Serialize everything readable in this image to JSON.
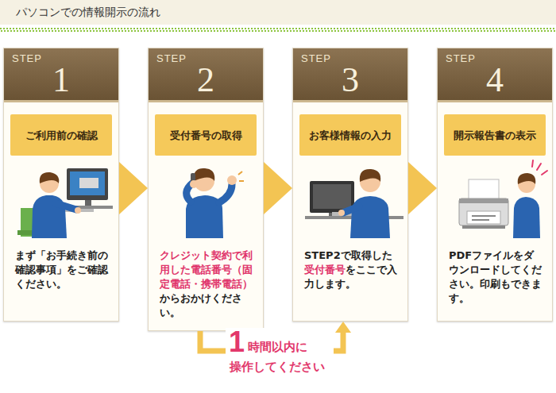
{
  "diagram": {
    "title": "パソコンでの情報開示の流れ",
    "nodes": [
      {
        "text": [
          "STEP",
          "1",
          "まず「お手続き前の確認事項」をご確認ください。"
        ]
      },
      {
        "text": [
          "ご利用前の確認"
        ],
        "in": 0
      },
      {
        "text": [
          "STEP",
          "2",
          "クレジット契約で利用した電話番号（固定電話・携帯電話）",
          "からおかけください。"
        ]
      },
      {
        "text": [
          "受付番号の取得"
        ],
        "in": 2
      },
      {
        "text": [
          "STEP",
          "3",
          "STEP2で取得した",
          "受付番号",
          "をここで入力します。"
        ]
      },
      {
        "text": [
          "お客様情報の入力"
        ],
        "in": 4
      },
      {
        "text": [
          "STEP",
          "4",
          "PDFファイルをダウンロードしてください。印刷もできます。"
        ]
      },
      {
        "text": [
          "開示報告書の表示"
        ],
        "in": 6
      }
    ],
    "edges": [
      {
        "from": 0,
        "to": 2,
        "arrow": "to"
      },
      {
        "from": 2,
        "to": 4,
        "arrow": "to"
      },
      {
        "from": 4,
        "to": 6,
        "arrow": "to"
      },
      {
        "from": 2,
        "to": 4,
        "arrow": "to"
      }
    ],
    "labels": [
      "1",
      "時間以内に",
      "操作してください"
    ]
  }
}
